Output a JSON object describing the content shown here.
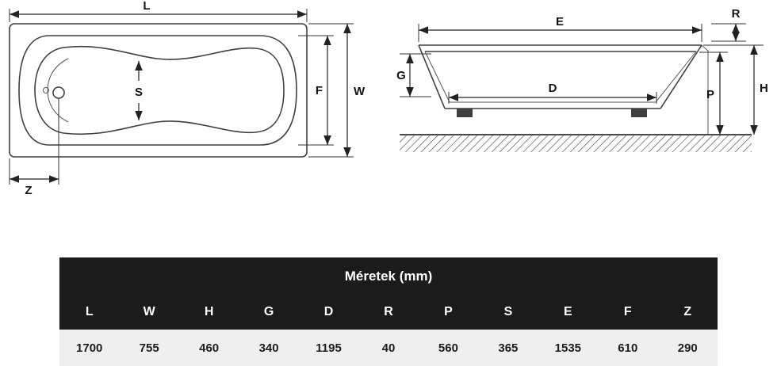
{
  "colors": {
    "drawing_line": "#3f3f3f",
    "dimension_line": "#222222",
    "table_header_bg": "#1b1b1b",
    "table_header_text": "#ffffff",
    "table_values_bg": "#efefef"
  },
  "top_view": {
    "dims": {
      "L": "L",
      "W": "W",
      "F": "F",
      "S": "S",
      "Z": "Z"
    }
  },
  "side_view": {
    "dims": {
      "E": "E",
      "R": "R",
      "G": "G",
      "D": "D",
      "P": "P",
      "H": "H"
    }
  },
  "table": {
    "title": "Méretek (mm)",
    "columns": [
      "L",
      "W",
      "H",
      "G",
      "D",
      "R",
      "P",
      "S",
      "E",
      "F",
      "Z"
    ],
    "values": [
      "1700",
      "755",
      "460",
      "340",
      "1195",
      "40",
      "560",
      "365",
      "1535",
      "610",
      "290"
    ]
  }
}
